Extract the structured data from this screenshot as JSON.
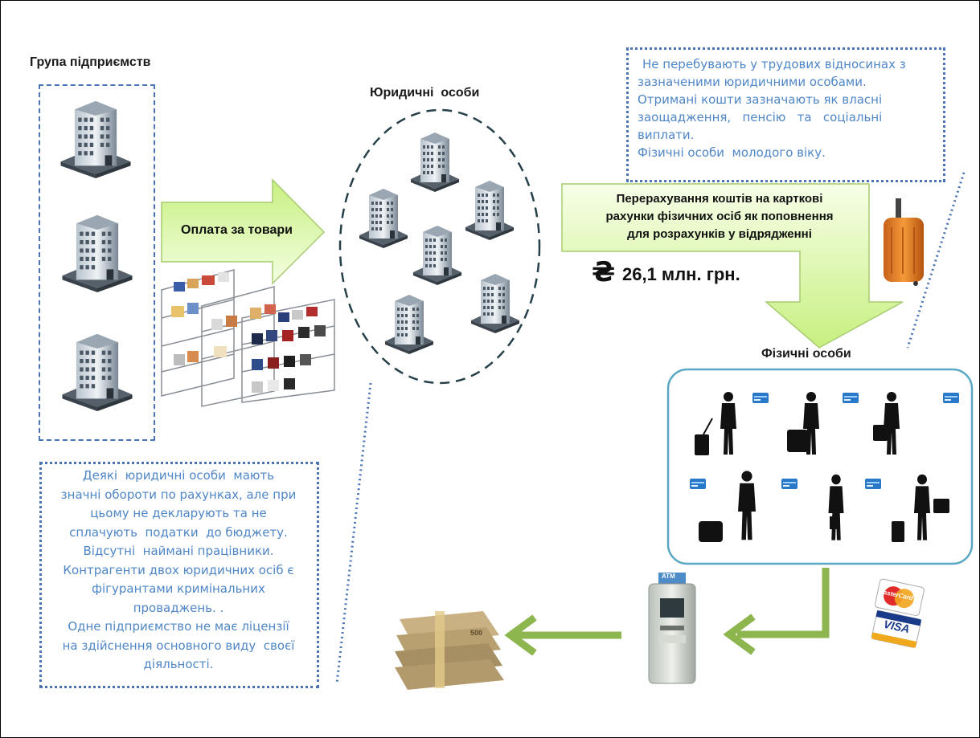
{
  "diagram": {
    "group_title": "Група підприємств",
    "legal_entities_title": "Юридичні  особи",
    "individuals_title": "Фізичні особи",
    "payment_arrow_label": "Оплата за товари",
    "transfer_box_lines": [
      "Перерахування коштів на карткові",
      "рахунки фізичних осіб як поповнення",
      "для розрахунків у відрядженні"
    ],
    "hryvnia_sign": "₴",
    "amount": "26,1 млн. грн.",
    "right_note_lines": [
      "Не перебувають у трудових відносинах з",
      "зазначеними юридичними особами.",
      "Отримані кошти зазначають як власні",
      "заощадження,   пенсію   та   соціальні",
      "виплати.",
      "Фізичні особи  молодого віку."
    ],
    "left_note_lines": [
      "Деякі  юридичні особи  мають",
      "значні обороти по рахунках, але при",
      "цьому не декларують та не",
      "сплачують  податки  до бюджету.",
      "Відсутні  наймані працівники.",
      "Контрагенти двох юридичних осіб є",
      "фігурантами кримінальних",
      "проваджень. .",
      "Одне підприємство не має ліцензії",
      "на здійснення основного виду  своєї",
      "діяльності."
    ],
    "atm_label": "ATM",
    "card_labels": [
      "MasterCard",
      "VISA"
    ],
    "banknote_value": "500"
  },
  "colors": {
    "note_text": "#4f86c6",
    "dotted_border": "#4a73b5",
    "arrow_fill": "#cdf28a",
    "arrow_fill_light": "#f2ffd9",
    "arrow_stroke": "#9fc66b",
    "green_arrow": "#8db64f",
    "ellipse_stroke": "#26404a",
    "panel_border": "#5aa7c4"
  }
}
